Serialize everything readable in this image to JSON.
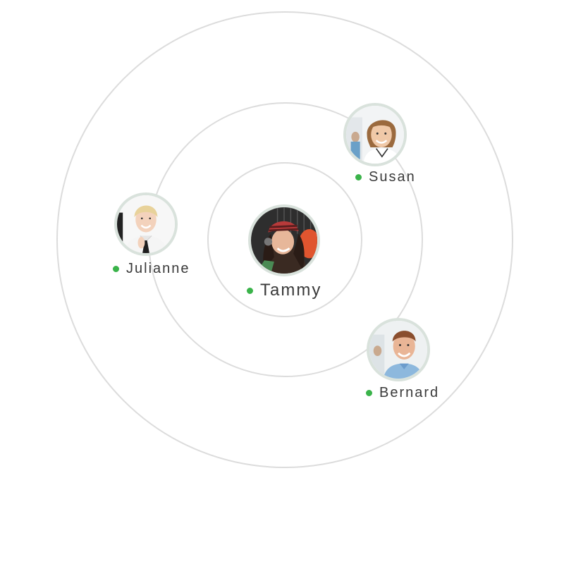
{
  "colors": {
    "ring": "#dcdcdc",
    "avatar_border": "#d9e2dc",
    "online": "#3ab34a",
    "text": "#3a3a3a"
  },
  "center": {
    "name": "Tammy",
    "status": "online",
    "icon": "avatar-tammy"
  },
  "contacts": [
    {
      "id": "susan",
      "name": "Susan",
      "status": "online",
      "icon": "avatar-susan"
    },
    {
      "id": "julianne",
      "name": "Julianne",
      "status": "online",
      "icon": "avatar-julianne"
    },
    {
      "id": "bernard",
      "name": "Bernard",
      "status": "online",
      "icon": "avatar-bernard"
    }
  ]
}
